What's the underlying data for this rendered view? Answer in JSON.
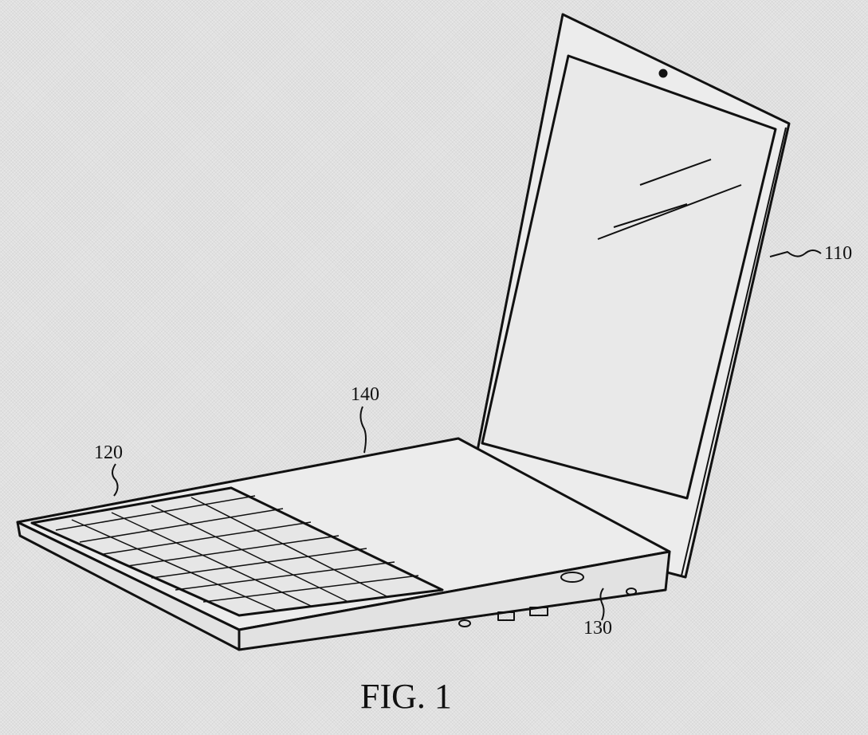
{
  "figure": {
    "caption": "FIG. 1",
    "labels": {
      "lid": "110",
      "keyboard": "120",
      "side_ports": "130",
      "base_surface": "140"
    }
  }
}
